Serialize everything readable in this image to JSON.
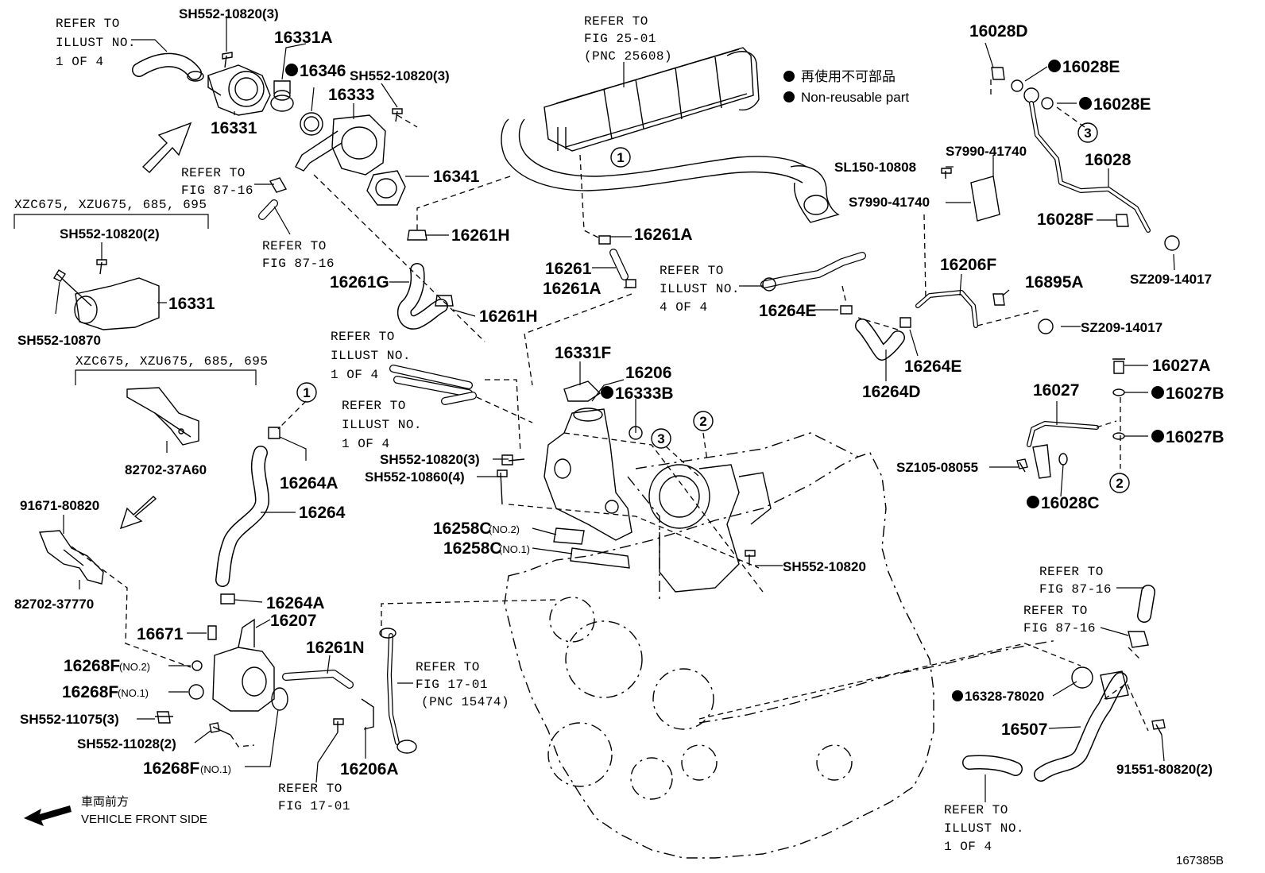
{
  "legend": {
    "jp": "再使用不可部品",
    "en": "Non-reusable part"
  },
  "diagram_id": "167385B",
  "front_side": {
    "jp": "車両前方",
    "en": "VEHICLE FRONT SIDE"
  },
  "variant_labels": {
    "a": "XZC675, XZU675, 685, 695",
    "b": "XZC675, XZU675, 685, 695"
  },
  "parts": {
    "p16331A": "16331A",
    "p16346": "16346",
    "p16333": "16333",
    "p16331_top": "16331",
    "p16341": "16341",
    "p16261H_a": "16261H",
    "p16261G": "16261G",
    "p16261H_b": "16261H",
    "p16331_var": "16331",
    "p16261A_a": "16261A",
    "p16261": "16261",
    "p16261A_b": "16261A",
    "p16331F": "16331F",
    "p16206": "16206",
    "p16333B": "16333B",
    "p16264A_a": "16264A",
    "p16264": "16264",
    "p16264A_b": "16264A",
    "p16207": "16207",
    "p16671": "16671",
    "p16268F_a": "16268F",
    "p16268F_b": "16268F",
    "p16268F_c": "16268F",
    "p16261N": "16261N",
    "p16206A": "16206A",
    "p16258C_a": "16258C",
    "p16258C_b": "16258C",
    "p16028D": "16028D",
    "p16028E_a": "16028E",
    "p16028E_b": "16028E",
    "p16028": "16028",
    "p16028F": "16028F",
    "p16206F": "16206F",
    "p16895A": "16895A",
    "p16264E_a": "16264E",
    "p16264E_b": "16264E",
    "p16264D": "16264D",
    "p16027A": "16027A",
    "p16027": "16027",
    "p16027B_a": "16027B",
    "p16027B_b": "16027B",
    "p16028C": "16028C",
    "p16507": "16507"
  },
  "sub_notes": {
    "no2_a": "(NO.2)",
    "no1_a": "(NO.1)",
    "no1_b": "(NO.1)",
    "no2_b": "(NO.2)",
    "no1_c": "(NO.1)"
  },
  "bolts": {
    "b1": "SH552-10820(3)",
    "b2": "SH552-10820(3)",
    "b3": "SH552-10820(2)",
    "b4": "SH552-10870",
    "b5": "SH552-10820(3)",
    "b6": "SH552-10860(4)",
    "b7": "SH552-10820",
    "b8": "SH552-11075(3)",
    "b9": "SH552-11028(2)",
    "b10": "SL150-10808",
    "b11": "S7990-41740",
    "b12": "S7990-41740",
    "b13": "SZ209-14017",
    "b14": "SZ209-14017",
    "b15": "SZ105-08055",
    "b16": "91671-80820",
    "b17": "82702-37A60",
    "b18": "82702-37770",
    "b19": "16328-78020",
    "b20": "91551-80820(2)"
  },
  "refs": {
    "r1": [
      "REFER TO",
      "ILLUST NO.",
      "1 OF 4"
    ],
    "r2": [
      "REFER TO",
      "FIG 25-01",
      "(PNC 25608)"
    ],
    "r3": [
      "REFER TO",
      "FIG 87-16"
    ],
    "r4": [
      "REFER TO",
      "FIG 87-16"
    ],
    "r5": [
      "REFER TO",
      "ILLUST NO.",
      "4 OF 4"
    ],
    "r6": [
      "REFER TO",
      "ILLUST NO.",
      "1 OF 4"
    ],
    "r7": [
      "REFER TO",
      "ILLUST NO.",
      "1 OF 4"
    ],
    "r8": [
      "REFER TO",
      "FIG 17-01",
      "(PNC 15474)"
    ],
    "r9": [
      "REFER TO",
      "FIG 17-01"
    ],
    "r10": [
      "REFER TO",
      "FIG 87-16"
    ],
    "r11": [
      "REFER TO",
      "FIG 87-16"
    ],
    "r12": [
      "REFER TO",
      "ILLUST NO.",
      "1 OF 4"
    ]
  },
  "callouts": {
    "c1": "1",
    "c2": "1",
    "c3": "2",
    "c4": "3",
    "c5": "3",
    "c6": "2"
  }
}
